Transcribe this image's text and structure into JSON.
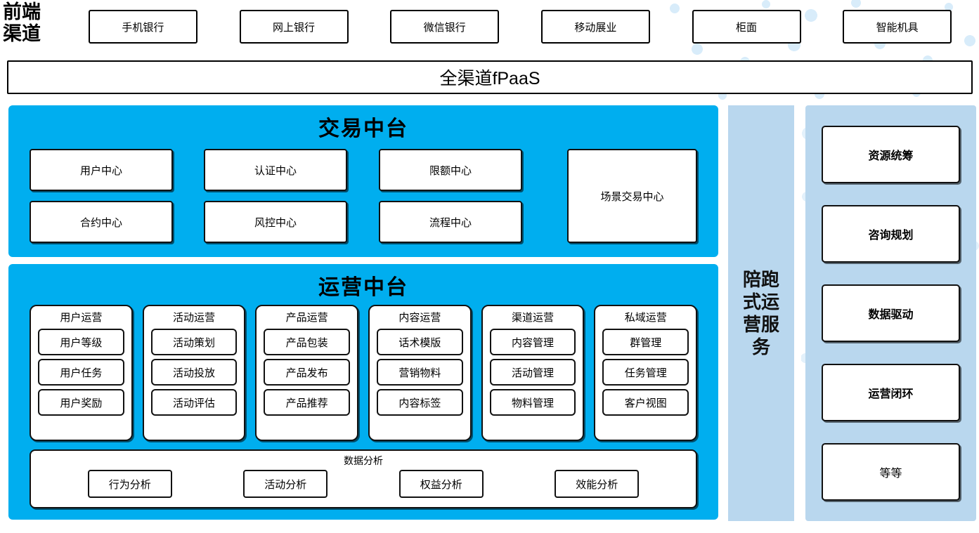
{
  "front_channel": {
    "label": "前端\n渠道",
    "label_line1": "前端",
    "label_line2": "渠道",
    "items": [
      {
        "label": "手机银行"
      },
      {
        "label": "网上银行"
      },
      {
        "label": "微信银行"
      },
      {
        "label": "移动展业"
      },
      {
        "label": "柜面"
      },
      {
        "label": "智能机具"
      }
    ]
  },
  "platform_bar": {
    "label": "全渠道fPaaS"
  },
  "trade_platform": {
    "title": "交易中台",
    "boxes": [
      {
        "label": "用户中心"
      },
      {
        "label": "认证中心"
      },
      {
        "label": "限额中心"
      },
      {
        "label": "合约中心"
      },
      {
        "label": "风控中心"
      },
      {
        "label": "流程中心"
      },
      {
        "label": "场景交易中心"
      }
    ]
  },
  "ops_platform": {
    "title": "运营中台",
    "cards": [
      {
        "title": "用户运营",
        "items": [
          "用户等级",
          "用户任务",
          "用户奖励"
        ]
      },
      {
        "title": "活动运营",
        "items": [
          "活动策划",
          "活动投放",
          "活动评估"
        ]
      },
      {
        "title": "产品运营",
        "items": [
          "产品包装",
          "产品发布",
          "产品推荐"
        ]
      },
      {
        "title": "内容运营",
        "items": [
          "话术模版",
          "营销物料",
          "内容标签"
        ]
      },
      {
        "title": "渠道运营",
        "items": [
          "内容管理",
          "活动管理",
          "物料管理"
        ]
      },
      {
        "title": "私域运营",
        "items": [
          "群管理",
          "任务管理",
          "客户视图"
        ]
      }
    ],
    "analysis": {
      "title": "数据分析",
      "items": [
        "行为分析",
        "活动分析",
        "权益分析",
        "效能分析"
      ]
    }
  },
  "accompany_service": {
    "label": "陪跑式运营服务"
  },
  "services_panel": {
    "items": [
      {
        "label": "资源统筹",
        "bold": true
      },
      {
        "label": "咨询规划",
        "bold": true
      },
      {
        "label": "数据驱动",
        "bold": true
      },
      {
        "label": "运营闭环",
        "bold": true
      },
      {
        "label": "等等",
        "bold": false
      }
    ]
  },
  "colors": {
    "primary_blue": "#00AEEF",
    "light_blue": "#b9d7ee",
    "dot_blue": "#d8ecfa",
    "box_border": "#111111",
    "text": "#000000"
  }
}
